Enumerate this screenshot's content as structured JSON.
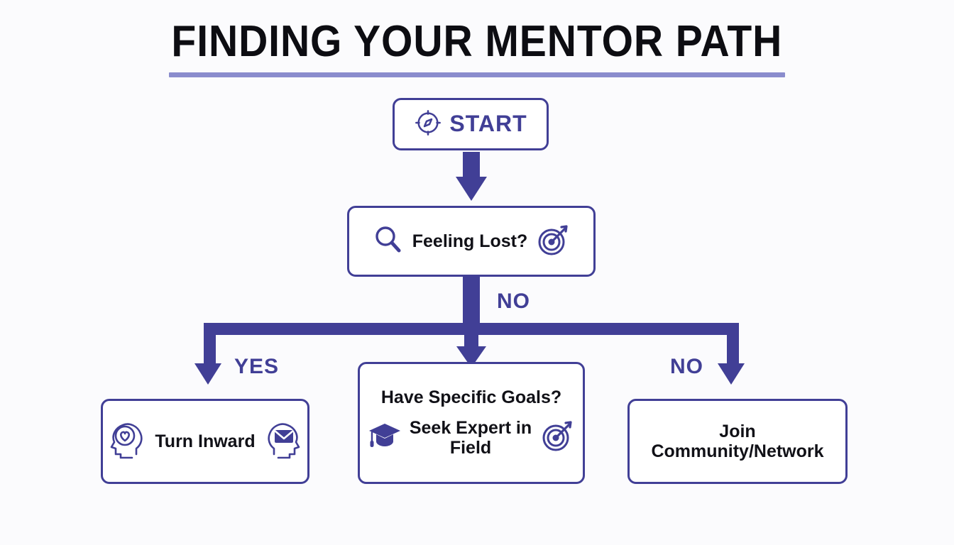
{
  "page": {
    "title": "FINDING YOUR MENTOR PATH",
    "background_color": "#fbfbfd",
    "accent_color": "#413f96",
    "rule_color": "#8a8ccd",
    "text_color": "#111117"
  },
  "nodes": {
    "start": {
      "label": "START",
      "icon": "compass-icon"
    },
    "feeling_lost": {
      "label": "Feeling Lost?",
      "icon_left": "magnifier-icon",
      "icon_right": "target-icon"
    },
    "turn_inward": {
      "label": "Turn Inward",
      "icon_left": "head-heart-icon",
      "icon_right": "head-envelope-icon"
    },
    "specific_goals": {
      "heading": "Have Specific Goals?",
      "label": "Seek Expert in\nField",
      "icon_left": "graduation-cap-icon",
      "icon_right": "target-icon"
    },
    "join_community": {
      "label": "Join\nCommunity/Network"
    }
  },
  "edges": {
    "no_top": "NO",
    "yes": "YES",
    "no_right": "NO"
  },
  "chart_data": {
    "type": "flowchart",
    "title": "FINDING YOUR MENTOR PATH",
    "nodes": [
      {
        "id": "start",
        "text": "START",
        "shape": "rounded-rect",
        "icons": [
          "compass"
        ]
      },
      {
        "id": "feeling_lost",
        "text": "Feeling Lost?",
        "shape": "rounded-rect",
        "icons": [
          "magnifier",
          "target"
        ]
      },
      {
        "id": "turn_inward",
        "text": "Turn Inward",
        "shape": "rounded-rect",
        "icons": [
          "head-heart",
          "head-envelope"
        ]
      },
      {
        "id": "specific_goals",
        "text": "Have Specific Goals? / Seek Expert in Field",
        "shape": "rounded-rect",
        "icons": [
          "graduation-cap",
          "target"
        ]
      },
      {
        "id": "join_community",
        "text": "Join Community/Network",
        "shape": "rounded-rect",
        "icons": []
      }
    ],
    "edges": [
      {
        "from": "start",
        "to": "feeling_lost",
        "label": ""
      },
      {
        "from": "feeling_lost",
        "to": "turn_inward",
        "label": "YES"
      },
      {
        "from": "feeling_lost",
        "to": "specific_goals",
        "label": "NO"
      },
      {
        "from": "feeling_lost",
        "to": "join_community",
        "label": "NO"
      }
    ],
    "orientation": "top-down",
    "palette": {
      "stroke": "#413f96",
      "fill": "#ffffff",
      "text": "#111117",
      "rule": "#8a8ccd"
    }
  }
}
